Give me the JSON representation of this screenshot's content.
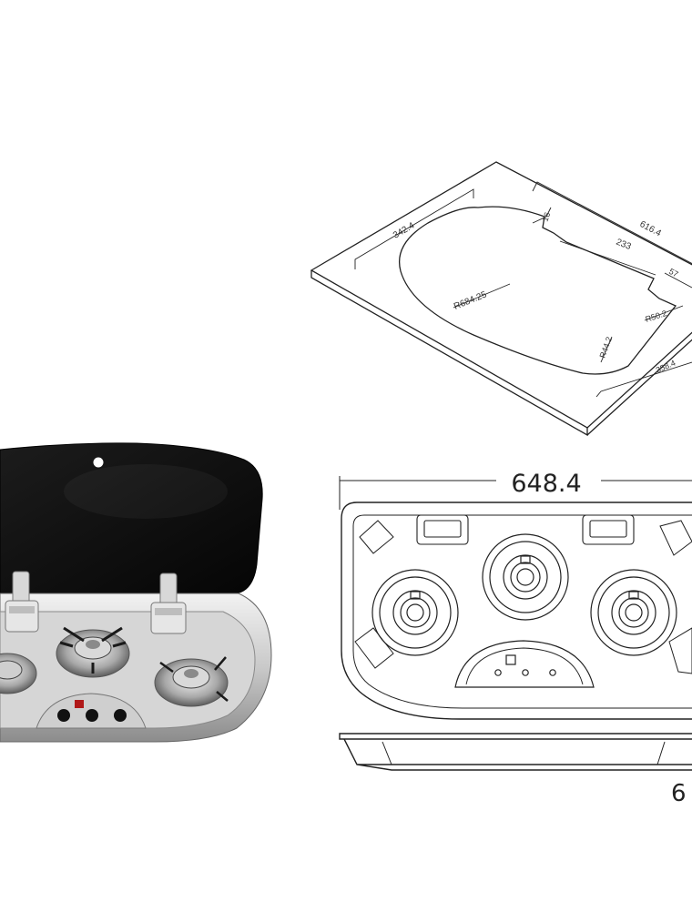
{
  "colors": {
    "background": "#ffffff",
    "line": "#222222",
    "glass_lid": "#0b0b0b",
    "steel_light": "#e4e4e4",
    "steel_dark": "#7a7a7a",
    "indicator_red": "#b01818"
  },
  "cutout_drawing": {
    "dims": {
      "d_342": "342.4",
      "d_16": "16",
      "d_616": "616.4",
      "d_233": "233",
      "d_57": "57",
      "d_r684": "R684.25",
      "d_r50": "R50.2",
      "d_r44": "R44.2",
      "d_358": "358.4"
    }
  },
  "top_view": {
    "overall_width": "648.4",
    "burners": 3,
    "knobs": 3
  },
  "side_view": {
    "partial_dim": "6"
  },
  "photo": {
    "burners": 3,
    "knobs": 3
  }
}
